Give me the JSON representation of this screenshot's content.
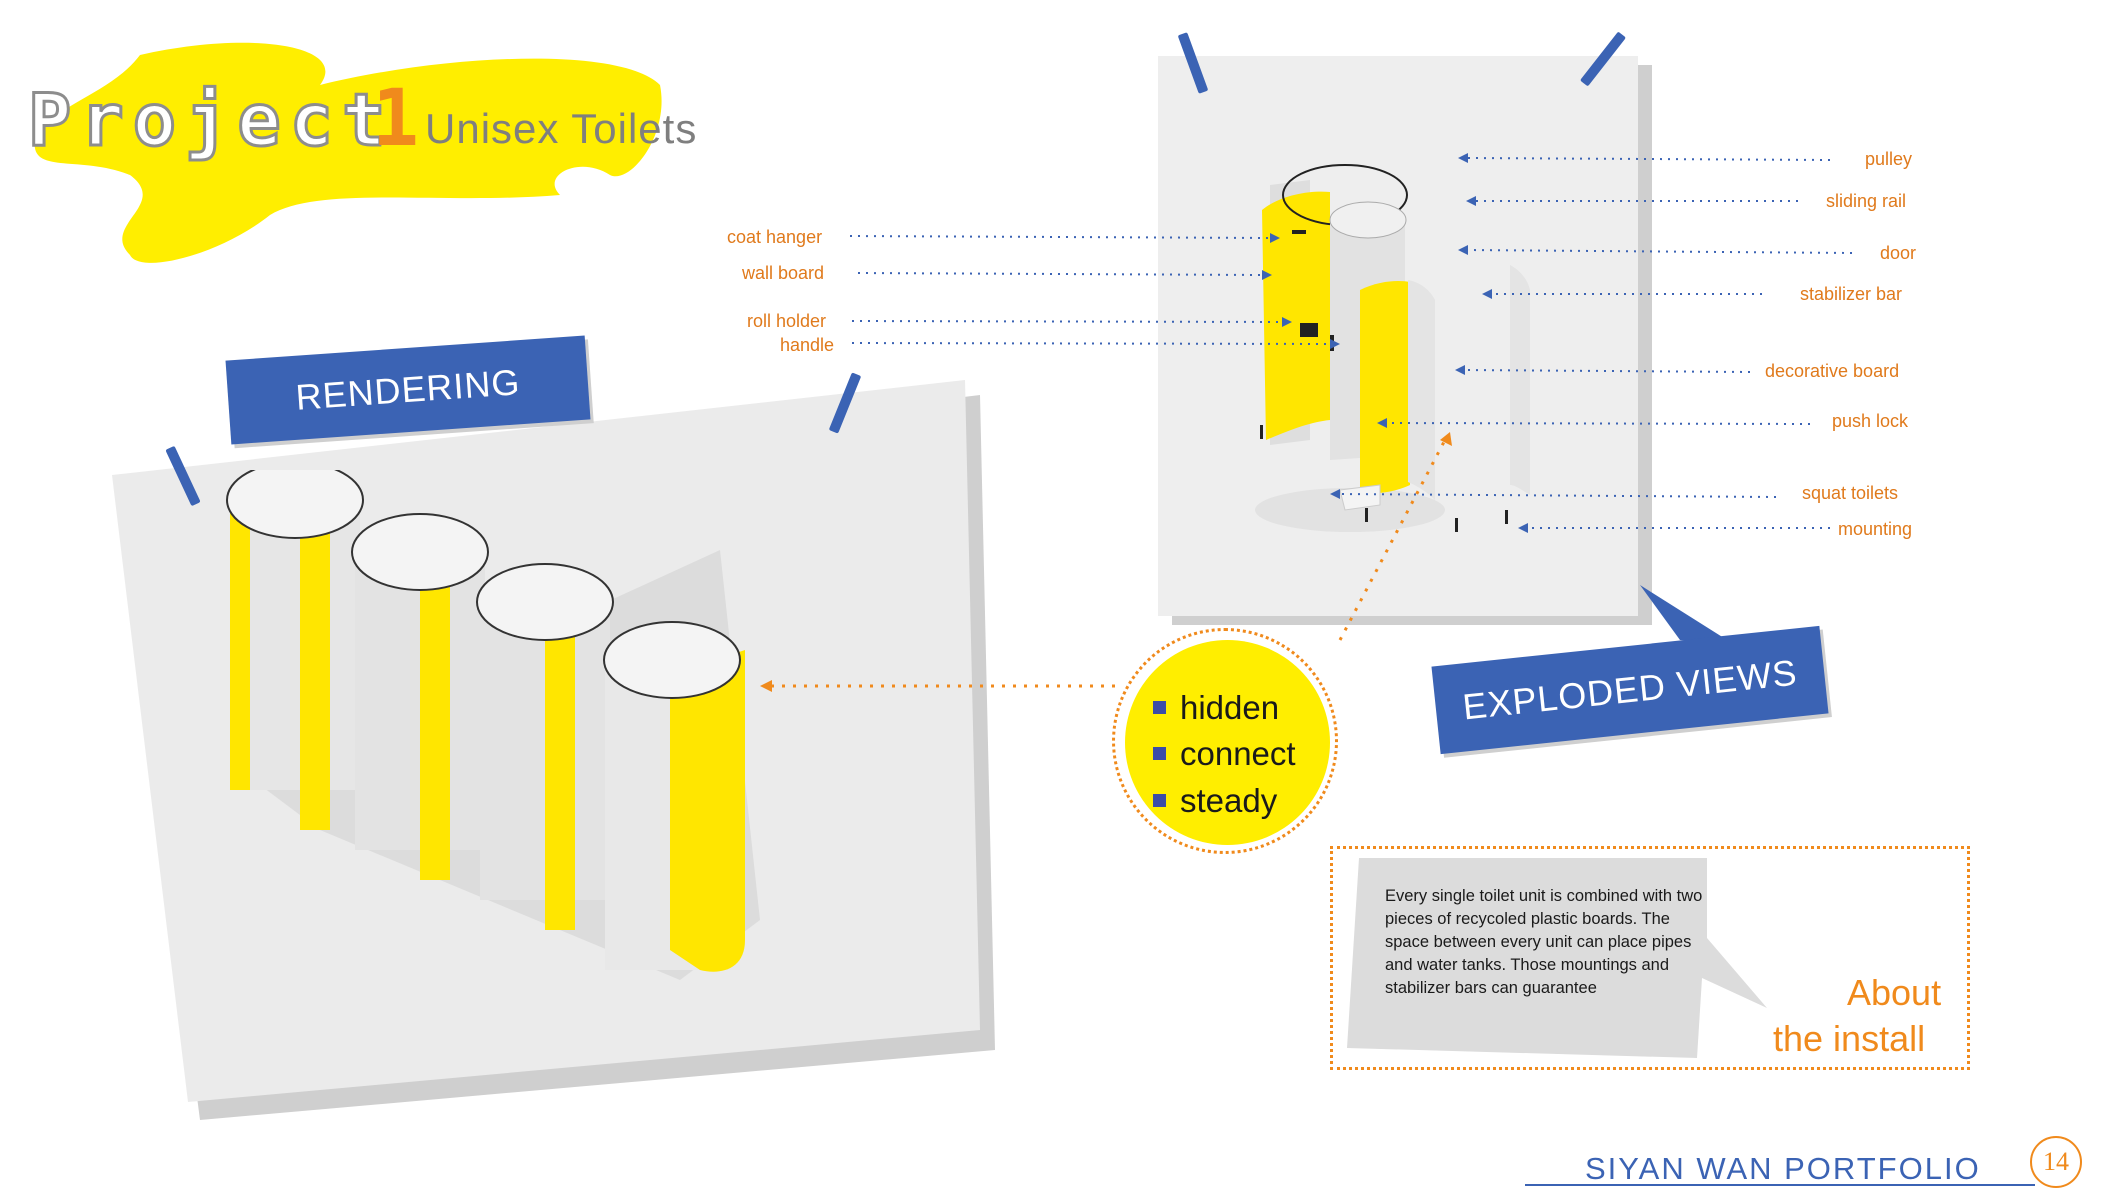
{
  "header": {
    "project_word": "Project",
    "project_number": "1",
    "subtitle": "Unisex Toilets"
  },
  "rendering": {
    "ribbon_label": "RENDERING"
  },
  "exploded": {
    "ribbon_label": "EXPLODED VIEWS",
    "left_labels": [
      "coat hanger",
      "wall board",
      "roll holder",
      "handle"
    ],
    "right_labels": [
      "pulley",
      "sliding rail",
      "door",
      "stabilizer bar",
      "decorative board",
      "push lock",
      "squat toilets",
      "mounting"
    ]
  },
  "features": {
    "items": [
      "hidden",
      "connect",
      "steady"
    ]
  },
  "about": {
    "heading_line1": "About",
    "heading_line2": "the install",
    "body": "Every single toilet unit is combined with two pieces of recycoled plastic boards. The space between every unit can place pipes and water tanks. Those mountings and stabilizer bars can guarantee"
  },
  "footer": {
    "portfolio": "SIYAN WAN PORTFOLIO",
    "page": "14"
  },
  "colors": {
    "accent_blue": "#3b63b4",
    "accent_orange": "#f08a1c",
    "accent_yellow": "#ffee00"
  }
}
